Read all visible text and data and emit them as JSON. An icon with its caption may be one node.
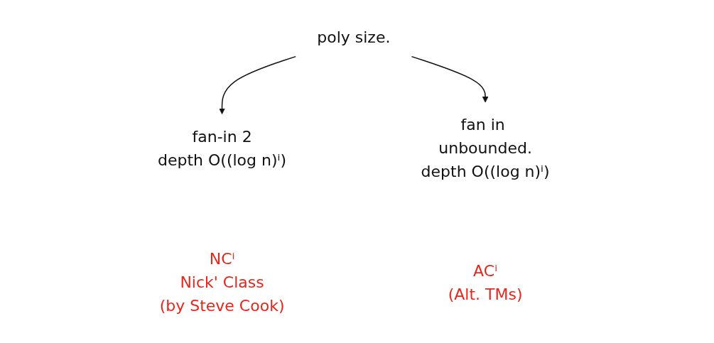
{
  "diagram": {
    "nodes": [
      {
        "text": [
          "poly size."
        ]
      },
      {
        "text": [
          "fan-in 2",
          "depth O((log n)ⁱ)"
        ],
        "beside": [
          "NCⁱ",
          "Nick' Class",
          "(by Steve Cook)"
        ]
      },
      {
        "text": [
          "fan in unbounded.",
          "depth O((log n)ⁱ)"
        ],
        "beside": [
          "ACⁱ",
          "(Alt. TMs)"
        ]
      }
    ],
    "edges": [
      {
        "from": 0,
        "to": 1,
        "arrow": "to"
      },
      {
        "from": 0,
        "to": 2,
        "arrow": "to"
      }
    ]
  }
}
